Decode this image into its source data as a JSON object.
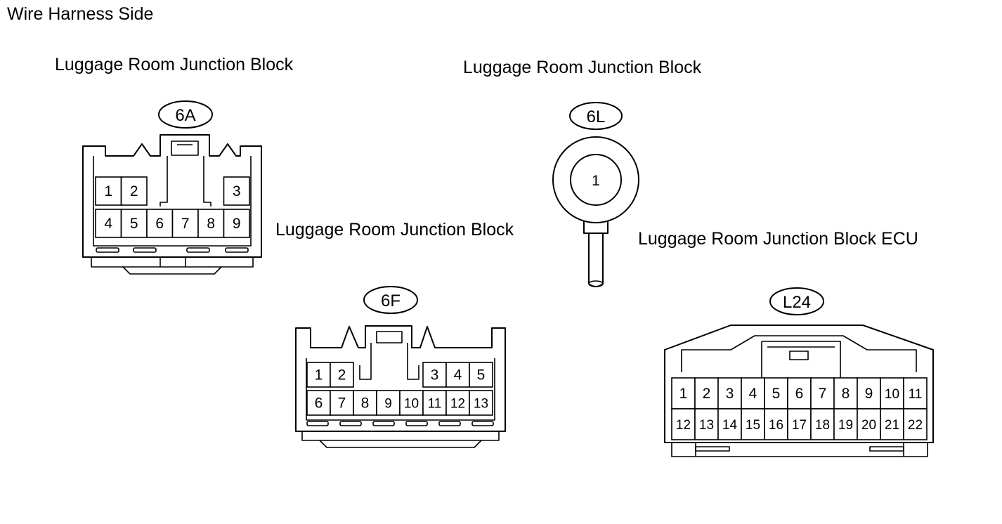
{
  "header": {
    "title": "Wire Harness Side"
  },
  "connectors": {
    "c6a": {
      "title": "Luggage Room Junction Block",
      "code": "6A",
      "pins": [
        "1",
        "2",
        "3",
        "4",
        "5",
        "6",
        "7",
        "8",
        "9"
      ]
    },
    "c6l": {
      "title": "Luggage Room Junction Block",
      "code": "6L",
      "pins": [
        "1"
      ]
    },
    "c6f": {
      "title": "Luggage Room Junction Block",
      "code": "6F",
      "pins": [
        "1",
        "2",
        "3",
        "4",
        "5",
        "6",
        "7",
        "8",
        "9",
        "10",
        "11",
        "12",
        "13"
      ]
    },
    "l24": {
      "title": "Luggage Room Junction Block ECU",
      "code": "L24",
      "pins": [
        "1",
        "2",
        "3",
        "4",
        "5",
        "6",
        "7",
        "8",
        "9",
        "10",
        "11",
        "12",
        "13",
        "14",
        "15",
        "16",
        "17",
        "18",
        "19",
        "20",
        "21",
        "22"
      ]
    }
  }
}
